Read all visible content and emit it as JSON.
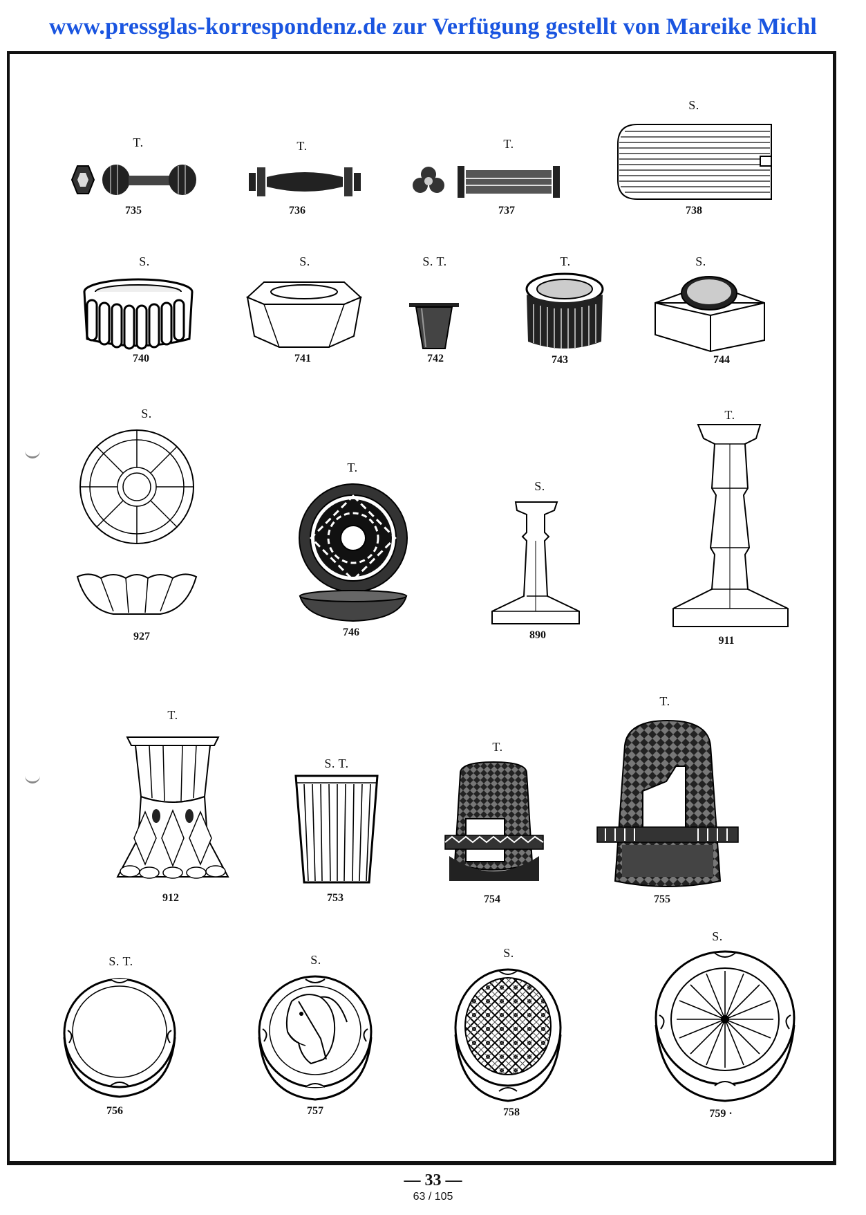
{
  "header": {
    "text": "www.pressglas-korrespondenz.de zur Verfügung gestellt von Mareike Michl"
  },
  "items": {
    "i735": {
      "code": "T.",
      "num": "735"
    },
    "i736": {
      "code": "T.",
      "num": "736"
    },
    "i737": {
      "code": "T.",
      "num": "737"
    },
    "i738": {
      "code": "S.",
      "num": "738"
    },
    "i740": {
      "code": "S.",
      "num": "740"
    },
    "i741": {
      "code": "S.",
      "num": "741"
    },
    "i742": {
      "code": "S. T.",
      "num": "742"
    },
    "i743": {
      "code": "T.",
      "num": "743"
    },
    "i744": {
      "code": "S.",
      "num": "744"
    },
    "i927": {
      "code": "S.",
      "num": "927"
    },
    "i746": {
      "code": "T.",
      "num": "746"
    },
    "i890": {
      "code": "S.",
      "num": "890"
    },
    "i911": {
      "code": "T.",
      "num": "911"
    },
    "i912": {
      "code": "T.",
      "num": "912"
    },
    "i753": {
      "code": "S. T.",
      "num": "753"
    },
    "i754": {
      "code": "T.",
      "num": "754"
    },
    "i755": {
      "code": "T.",
      "num": "755"
    },
    "i756": {
      "code": "S. T.",
      "num": "756"
    },
    "i757": {
      "code": "S.",
      "num": "757"
    },
    "i758": {
      "code": "S.",
      "num": "758"
    },
    "i759": {
      "code": "S.",
      "num": "759 ·"
    }
  },
  "footer": {
    "page": "— 33 —",
    "count": "63 / 105"
  }
}
